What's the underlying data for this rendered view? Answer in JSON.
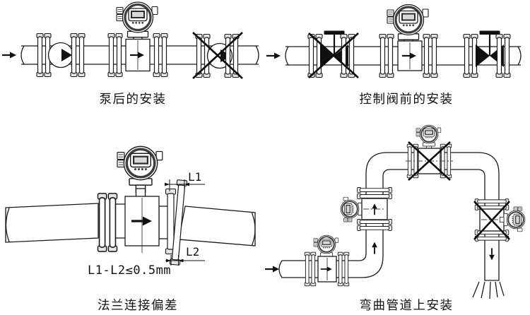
{
  "captions": {
    "after_pump": "泵后的安装",
    "before_control_valve": "控制阀前的安装",
    "flange_deviation": "法兰连接偏差",
    "curved_pipe": "弯曲管道上安装"
  },
  "dimension_labels": {
    "l1": "L1",
    "l2": "L2",
    "formula": "L1-L2≤0.5mm"
  },
  "colors": {
    "line": "#1a1a1a",
    "background": "#ffffff",
    "solid_symbol": "#111111"
  }
}
